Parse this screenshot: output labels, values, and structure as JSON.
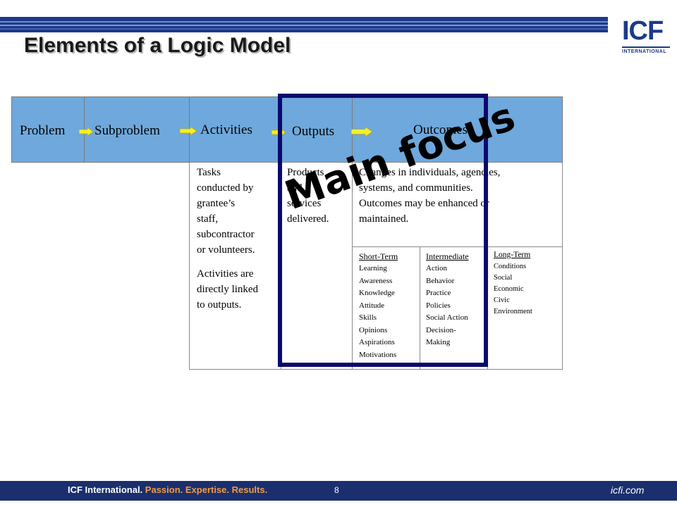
{
  "slide": {
    "title": "Elements of a Logic Model",
    "logo": {
      "main": "ICF",
      "sub": "INTERNATIONAL"
    },
    "headers": {
      "problem": "Problem",
      "subproblem": "Subproblem",
      "activities": "Activities",
      "outputs": "Outputs",
      "outcomes": "Outcomes"
    },
    "activities_text": {
      "line1": "Tasks",
      "line2": "conducted by",
      "line3": "grantee’s",
      "line4": "staff,",
      "line5": "subcontractor",
      "line6": "or volunteers.",
      "line7": "Activities are",
      "line8": "directly linked",
      "line9": "to outputs."
    },
    "outputs_text": {
      "line1": "Products",
      "line2": "and",
      "line3": "services",
      "line4": "delivered."
    },
    "outcomes_text": {
      "line1": "Changes in individuals, agencies,",
      "line2": "systems, and communities.",
      "line3": "Outcomes may be enhanced or",
      "line4": "maintained."
    },
    "short_term": {
      "heading": "Short-Term",
      "items": [
        "Learning",
        "Awareness",
        "Knowledge",
        "Attitude",
        "Skills",
        "Opinions",
        "Aspirations",
        "Motivations"
      ]
    },
    "intermediate": {
      "heading": "Intermediate",
      "items": [
        "Action",
        "Behavior",
        "Practice",
        "Policies",
        "Social Action",
        "Decision-",
        "Making"
      ]
    },
    "long_term": {
      "heading": "Long-Term",
      "items": [
        "Conditions",
        "Social",
        "Economic",
        "Civic",
        "Environment"
      ]
    },
    "overlay": "Main focus",
    "footer": {
      "company": "ICF International.",
      "tagline": "Passion. Expertise. Results.",
      "page": "8",
      "url": "icfi.com"
    },
    "colors": {
      "header_fill": "#6fa8dc",
      "arrow": "#f5ef2a",
      "focus_border": "#0a0a6e",
      "footer_bg": "#1b2f6e",
      "tagline": "#f39c3a"
    }
  }
}
